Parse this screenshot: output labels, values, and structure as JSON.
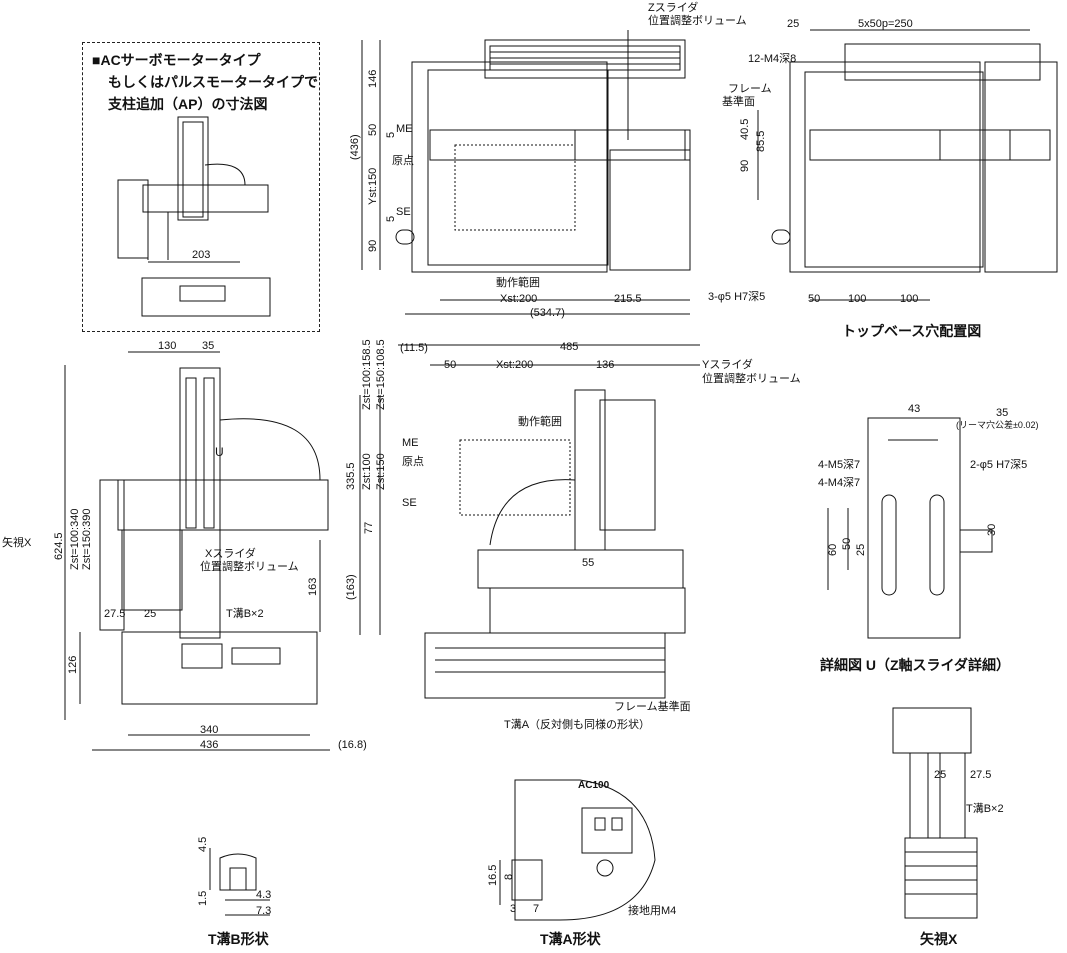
{
  "inset": {
    "line1": "■ACサーボモータータイプ",
    "line2": "もしくはパルスモータータイプで",
    "line3": "支柱追加（AP）の寸法図",
    "dim": "203"
  },
  "top_view": {
    "zslider_line1": "Zスライダ",
    "zslider_line2": "位置調整ボリューム",
    "d146": "146",
    "d436": "(436)",
    "d50": "50",
    "d5a": "5",
    "yst": "Yst:150",
    "d5b": "5",
    "d90": "90",
    "me": "ME",
    "genten": "原点",
    "se": "SE",
    "range": "動作範囲",
    "xst": "Xst:200",
    "d215": "215.5",
    "d534": "(534.7)"
  },
  "base_view": {
    "d25": "25",
    "pitch": "5x50p=250",
    "m4": "12-M4深8",
    "frame1": "フレーム",
    "frame2": "基準面",
    "d40": "40.5",
    "d85": "85.5",
    "d90": "90",
    "pin": "3-φ5 H7深5",
    "d50": "50",
    "d100a": "100",
    "d100b": "100",
    "title": "トップベース穴配置図"
  },
  "side_view": {
    "d130": "130",
    "d35": "35",
    "total": "624.5",
    "zst1": "Zst=100:340",
    "zst2": "Zst=150:390",
    "xslider1": "Xスライダ",
    "xslider2": "位置調整ボリューム",
    "d163": "163",
    "d126": "126",
    "d275": "27.5",
    "d25": "25",
    "tb": "T溝B×2",
    "d340": "340",
    "d436": "436",
    "d168": "(16.8)",
    "arrow": "矢視X",
    "u": "U"
  },
  "front_view": {
    "d115": "(11.5)",
    "d485": "485",
    "d50": "50",
    "xst": "Xst:200",
    "d136": "136",
    "zst_a": "Zst=100:158.5",
    "zst_b": "Zst=150:108.5",
    "yslider1": "Yスライダ",
    "yslider2": "位置調整ボリューム",
    "range": "動作範囲",
    "me": "ME",
    "se": "SE",
    "genten": "原点",
    "d335": "335.5",
    "zst100": "Zst:100",
    "zst150": "Zst:150",
    "d77": "77",
    "d163": "(163)",
    "d55": "55",
    "frame": "フレーム基準面",
    "ta": "T溝A（反対側も同様の形状）"
  },
  "detail_u": {
    "d43": "43",
    "d35": "35",
    "reamer": "(リーマ穴公差±0.02)",
    "m5": "4-M5深7",
    "m4": "4-M4深7",
    "pin": "2-φ5 H7深5",
    "d30": "30",
    "d60": "60",
    "d50": "50",
    "d25": "25",
    "title": "詳細図 U（Z軸スライダ詳細）"
  },
  "t_groove_b": {
    "d45": "4.5",
    "d15": "1.5",
    "d43": "4.3",
    "d73": "7.3",
    "title": "T溝B形状"
  },
  "t_groove_a": {
    "ac": "AC100",
    "d165": "16.5",
    "d8": "8",
    "d3": "3",
    "d7": "7",
    "ground": "接地用M4",
    "title": "T溝A形状"
  },
  "view_x": {
    "d25": "25",
    "d275": "27.5",
    "tb": "T溝B×2",
    "title": "矢視X"
  }
}
